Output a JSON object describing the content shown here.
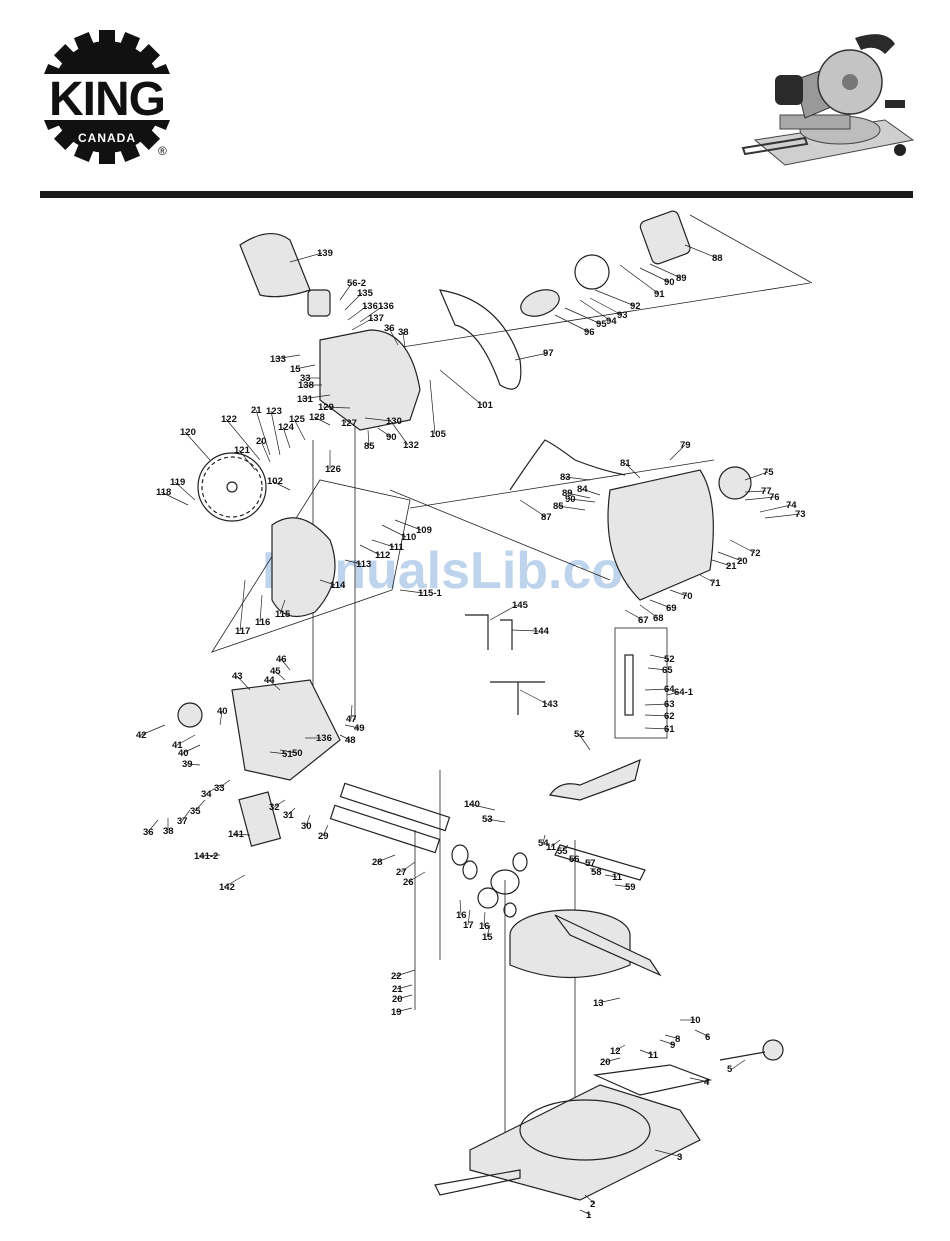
{
  "brand": {
    "name": "KING",
    "sub": "CANADA",
    "registered": "®"
  },
  "watermark": "ManualsLib.com",
  "part_labels": [
    "139",
    "56-2",
    "135",
    "136",
    "136",
    "137",
    "36",
    "38",
    "133",
    "15",
    "33",
    "138",
    "131",
    "129",
    "130",
    "132",
    "85",
    "90",
    "105",
    "101",
    "97",
    "88",
    "90",
    "89",
    "91",
    "92",
    "93",
    "94",
    "95",
    "96",
    "128",
    "127",
    "126",
    "125",
    "124",
    "123",
    "122",
    "21",
    "20",
    "121",
    "120",
    "119",
    "118",
    "102",
    "109",
    "110",
    "111",
    "112",
    "113",
    "114",
    "115",
    "116",
    "117",
    "115-1",
    "79",
    "83",
    "81",
    "75",
    "77",
    "76",
    "74",
    "73",
    "89",
    "84",
    "90",
    "85",
    "87",
    "72",
    "20",
    "21",
    "71",
    "70",
    "69",
    "68",
    "67",
    "145",
    "144",
    "143",
    "52",
    "65",
    "64",
    "63",
    "62",
    "61",
    "64-1",
    "46",
    "45",
    "44",
    "43",
    "42",
    "41",
    "40",
    "40",
    "39",
    "50",
    "51",
    "136",
    "49",
    "48",
    "47",
    "33",
    "34",
    "35",
    "37",
    "36",
    "38",
    "32",
    "31",
    "30",
    "29",
    "141",
    "141-2",
    "142",
    "52",
    "140",
    "53",
    "54",
    "11",
    "55",
    "56",
    "57",
    "58",
    "11",
    "59",
    "28",
    "27",
    "26",
    "16",
    "17",
    "16",
    "15",
    "22",
    "21",
    "20",
    "19",
    "13",
    "10",
    "9",
    "8",
    "6",
    "12",
    "20",
    "11",
    "5",
    "4",
    "3",
    "2",
    "1"
  ]
}
